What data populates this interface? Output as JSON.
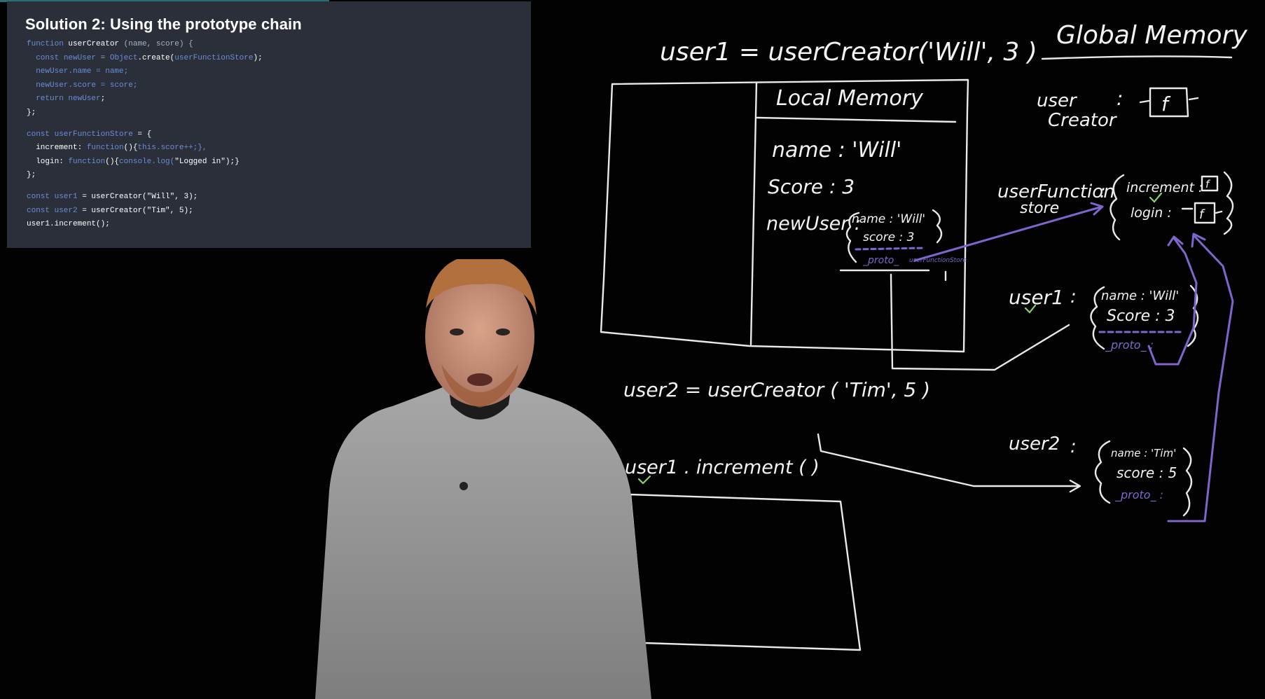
{
  "slide": {
    "title": "Solution 2: Using the prototype chain",
    "code": [
      [
        {
          "t": "function ",
          "c": "k"
        },
        {
          "t": "userCreator",
          "c": "f"
        },
        {
          "t": " (name, score) {",
          "c": "t"
        }
      ],
      [
        {
          "t": "  const ",
          "c": "k"
        },
        {
          "t": "newUser",
          "c": "k"
        },
        {
          "t": " = ",
          "c": "t"
        },
        {
          "t": "Object",
          "c": "k"
        },
        {
          "t": ".create(",
          "c": "f"
        },
        {
          "t": "userFunctionStore",
          "c": "k"
        },
        {
          "t": ");",
          "c": "f"
        }
      ],
      [
        {
          "t": "  newUser.name = name;",
          "c": "k"
        }
      ],
      [
        {
          "t": "  newUser.score = score;",
          "c": "k"
        }
      ],
      [
        {
          "t": "  return ",
          "c": "k"
        },
        {
          "t": "newUser",
          "c": "k"
        },
        {
          "t": ";",
          "c": "f"
        }
      ],
      [
        {
          "t": "};",
          "c": "f"
        }
      ],
      "spacer",
      [
        {
          "t": "const ",
          "c": "k"
        },
        {
          "t": "userFunctionStore",
          "c": "k"
        },
        {
          "t": " = {",
          "c": "f"
        }
      ],
      [
        {
          "t": "  increment: ",
          "c": "f"
        },
        {
          "t": "function",
          "c": "k"
        },
        {
          "t": "(){",
          "c": "f"
        },
        {
          "t": "this",
          "c": "k"
        },
        {
          "t": ".score++;},",
          "c": "k"
        }
      ],
      [
        {
          "t": "  login: ",
          "c": "f"
        },
        {
          "t": "function",
          "c": "k"
        },
        {
          "t": "(){",
          "c": "f"
        },
        {
          "t": "console.log(",
          "c": "k"
        },
        {
          "t": "\"Logged in\"",
          "c": "f"
        },
        {
          "t": ");}",
          "c": "f"
        }
      ],
      [
        {
          "t": "};",
          "c": "f"
        }
      ],
      "spacer",
      [
        {
          "t": "const ",
          "c": "k"
        },
        {
          "t": "user1",
          "c": "k"
        },
        {
          "t": " = userCreator(",
          "c": "f"
        },
        {
          "t": "\"Will\"",
          "c": "f"
        },
        {
          "t": ", 3);",
          "c": "f"
        }
      ],
      [
        {
          "t": "const ",
          "c": "k"
        },
        {
          "t": "user2",
          "c": "k"
        },
        {
          "t": " = userCreator(",
          "c": "f"
        },
        {
          "t": "\"Tim\"",
          "c": "f"
        },
        {
          "t": ", 5);",
          "c": "f"
        }
      ],
      [
        {
          "t": "user1.increment();",
          "c": "f"
        }
      ]
    ]
  },
  "board": {
    "call_user1": "user1  = userCreator('Will',  3 )",
    "global_memory": "Global Memory",
    "local_memory": "Local  Memory",
    "local_name": "name  :  'Will'",
    "local_score": "Score    :  3",
    "local_newuser": "newUser :",
    "newuser_obj_name": "name : 'Will'",
    "newuser_obj_score": "score : 3",
    "newuser_obj_proto": "_proto_",
    "newuser_obj_proto_ref": "userFunctionStore",
    "user_creator_label_1": "user",
    "user_creator_label_2": "Creator",
    "f_symbol": "f",
    "ufs_label_1": "userFunction",
    "ufs_label_2": "store",
    "ufs_increment": "increment :",
    "ufs_login": "login :",
    "user1_label": "user1",
    "user1_name": "name : 'Will'",
    "user1_score": "Score : 3",
    "user1_proto": "_proto_ :",
    "call_user2": "user2  =  userCreator  ( 'Tim',  5 )",
    "user2_label": "user2",
    "user2_name": "name : 'Tim'",
    "user2_score": "score : 5",
    "user2_proto": "_proto_ :",
    "call_increment": "user1 . increment ( )",
    "colon": ":"
  },
  "colors": {
    "slide_bg": "#2a2f39",
    "code_keyword": "#6c8dd6",
    "chalk_white": "#f3f3f3",
    "chalk_purple": "#7e66cc",
    "chalk_green": "#8bd36a"
  }
}
